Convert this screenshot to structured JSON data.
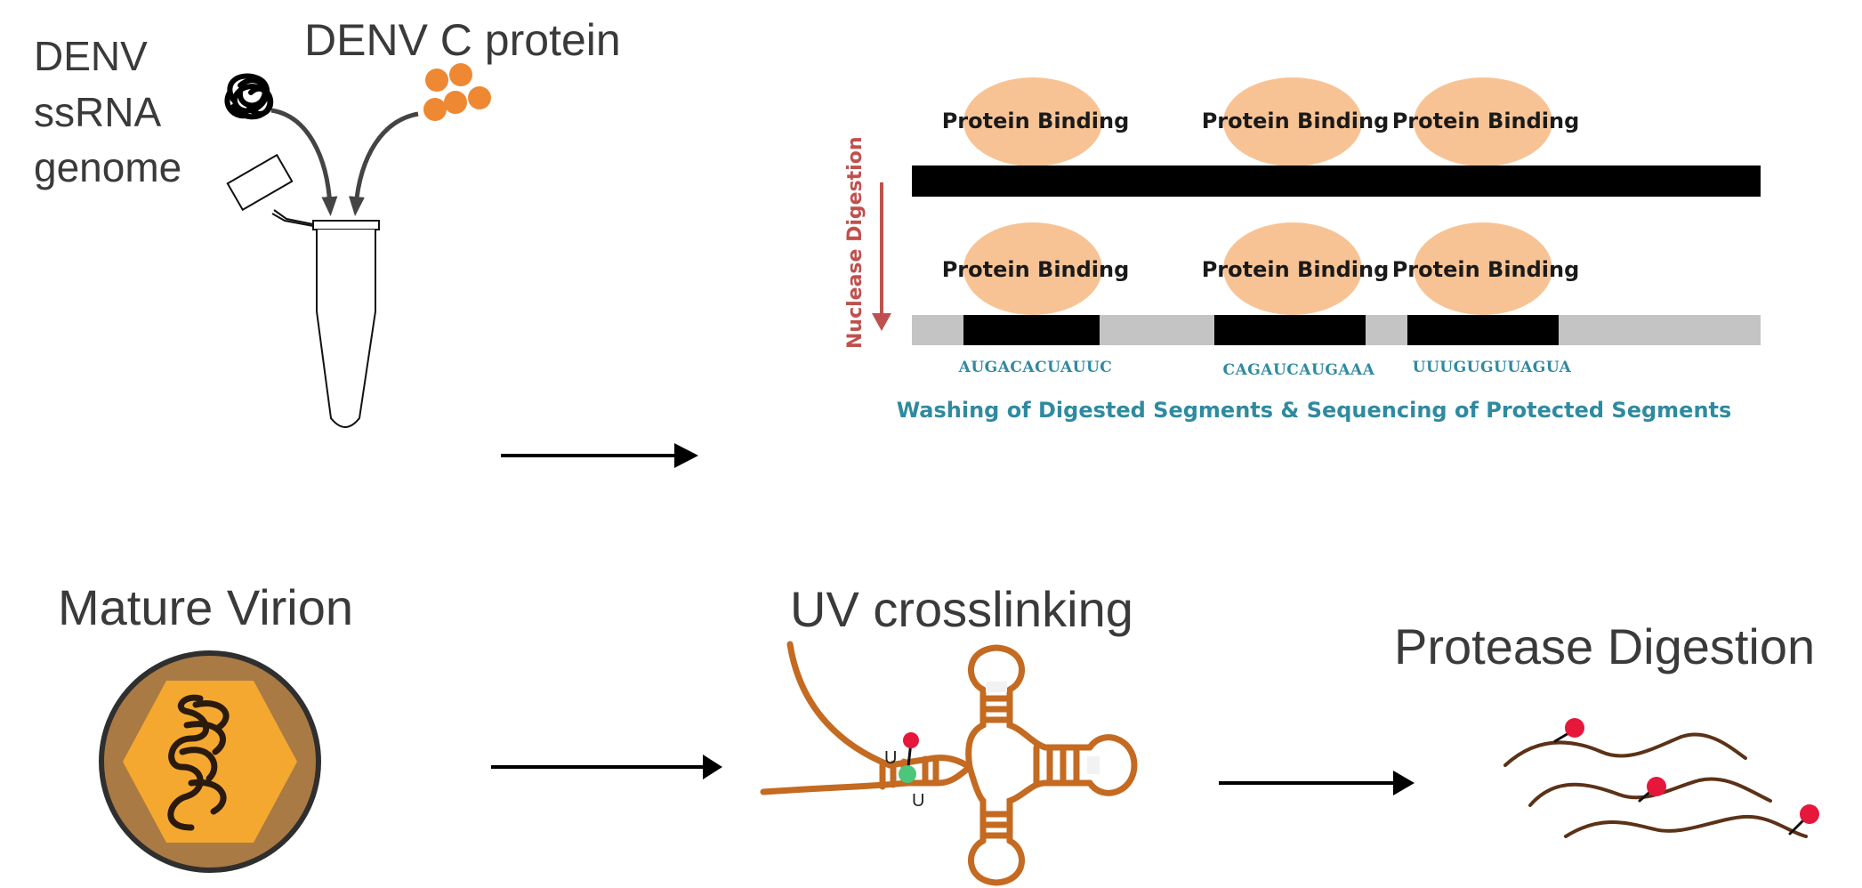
{
  "labels": {
    "denv_genome": [
      "DENV",
      "ssRNA",
      "genome"
    ],
    "denv_c_protein": "DENV C protein",
    "mature_virion": "Mature Virion",
    "uv_crosslinking": "UV crosslinking",
    "protease_digestion": "Protease Digestion",
    "nuclease_digestion": "Nuclease Digestion",
    "protein_binding": "Protein Binding",
    "washing_caption": "Washing of Digested Segments & Sequencing of Protected Segments",
    "uridine": "U"
  },
  "sequences": [
    "AUGACACUAUUC",
    "CAGAUCAUGAAA",
    "UUUGUGUUAGUA"
  ],
  "colors": {
    "protein_blob": "#f8c394",
    "protein_orange": "#ee8833",
    "rna_bar": "#000000",
    "digested_rna": "#c4c4c4",
    "seq_text": "#2f8aa0",
    "nuclease_arrow": "#c0504d",
    "rna_structure": "#c46a21",
    "virion_capsid": "#f5a830",
    "virion_envelope": "#a97a44",
    "peptide_strand": "#5c3217",
    "crosslink_red": "#e5173b",
    "crosslink_green": "#4dc67b"
  },
  "icons": [
    "rna-tangle-icon",
    "protein-dots-icon",
    "microcentrifuge-tube-icon",
    "virion-icon",
    "rna-secondary-structure-icon",
    "crosslinked-peptides-icon",
    "process-arrow-icon"
  ]
}
